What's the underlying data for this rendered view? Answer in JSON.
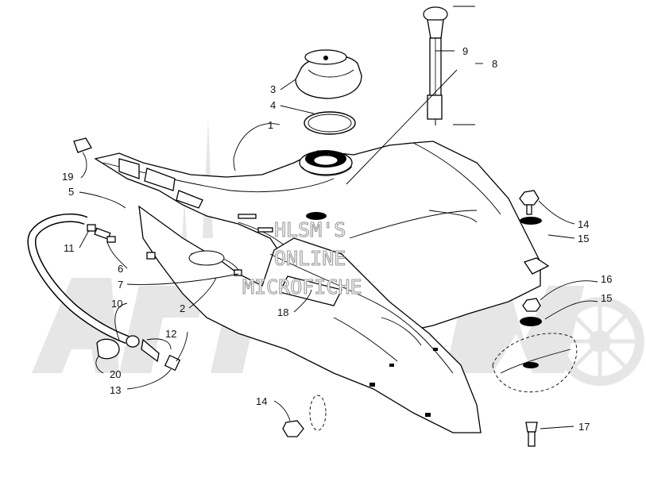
{
  "watermark": {
    "lines": [
      "HLSM'S",
      "ONLINE",
      "MICROFICHE"
    ],
    "logo_text": "ArcticCat",
    "color": "#e3e3e3"
  },
  "callouts": {
    "c1": "1",
    "c2": "2",
    "c3": "3",
    "c4": "4",
    "c5": "5",
    "c6": "6",
    "c7": "7",
    "c8": "8",
    "c9": "9",
    "c10": "10",
    "c11": "11",
    "c12": "12",
    "c13": "13",
    "c14a": "14",
    "c14b": "14",
    "c15a": "15",
    "c15b": "15",
    "c16": "16",
    "c17": "17",
    "c18": "18",
    "c19": "19",
    "c20": "20"
  }
}
